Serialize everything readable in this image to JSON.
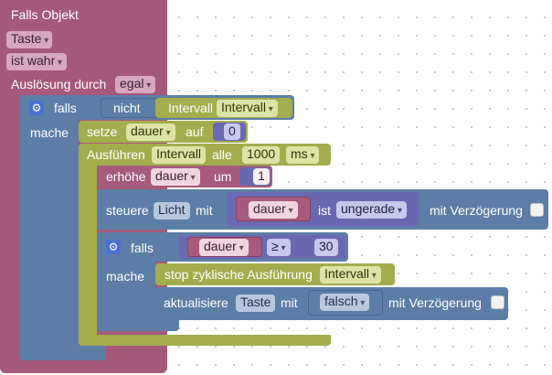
{
  "trigger": {
    "title": "Falls Objekt",
    "object": "Taste",
    "condition": "ist wahr",
    "trigger_label": "Auslösung durch",
    "trigger_value": "egal"
  },
  "if_block": {
    "falls": "falls",
    "nicht": "nicht",
    "interval_label": "Intervall",
    "interval_var": "Intervall",
    "mache": "mache"
  },
  "set_block": {
    "label": "setze",
    "var": "dauer",
    "auf": "auf",
    "value": "0"
  },
  "interval_block": {
    "label": "Ausführen",
    "name": "Intervall",
    "alle": "alle",
    "value": "1000",
    "unit": "ms"
  },
  "inc_block": {
    "label": "erhöhe",
    "var": "dauer",
    "um": "um",
    "value": "1"
  },
  "control_block": {
    "label": "steuere",
    "device": "Licht",
    "mit": "mit",
    "var": "dauer",
    "ist": "ist",
    "property": "ungerade",
    "delay_label": "mit Verzögerung"
  },
  "inner_if": {
    "falls": "falls",
    "var": "dauer",
    "operator": "≥",
    "value": "30",
    "mache": "mache"
  },
  "stop_block": {
    "label": "stop zyklische Ausführung",
    "name": "Intervall"
  },
  "update_block": {
    "label": "aktualisiere",
    "object": "Taste",
    "mit": "mit",
    "value": "falsch",
    "delay_label": "mit Verzögerung"
  },
  "colors": {
    "trigger": "#a5597a",
    "logic": "#5c7ea6",
    "timer": "#a3ad4e",
    "number": "#6b68b2",
    "variable": "#a65b7c"
  }
}
